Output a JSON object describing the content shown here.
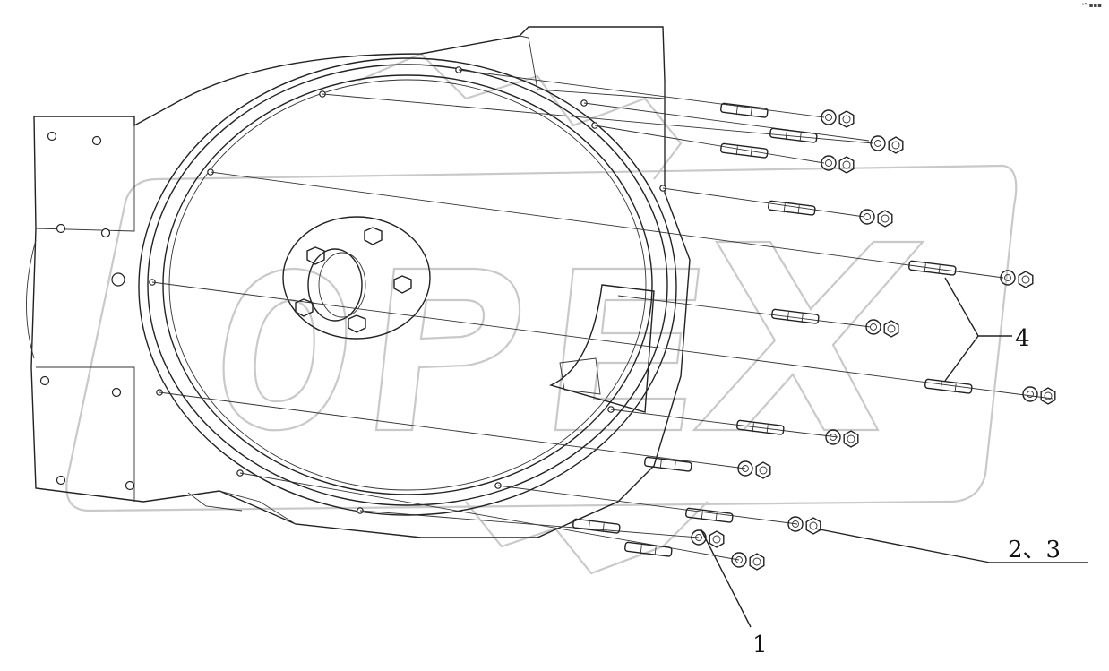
{
  "figure": {
    "corner_text": "ᵒᴿ ▪▪▪",
    "callouts": [
      {
        "id": "c1",
        "text": "1"
      },
      {
        "id": "c23",
        "text": "2、3"
      },
      {
        "id": "c4",
        "text": "4"
      }
    ],
    "watermark": {
      "text": "OPEX",
      "kind": "logo"
    }
  }
}
